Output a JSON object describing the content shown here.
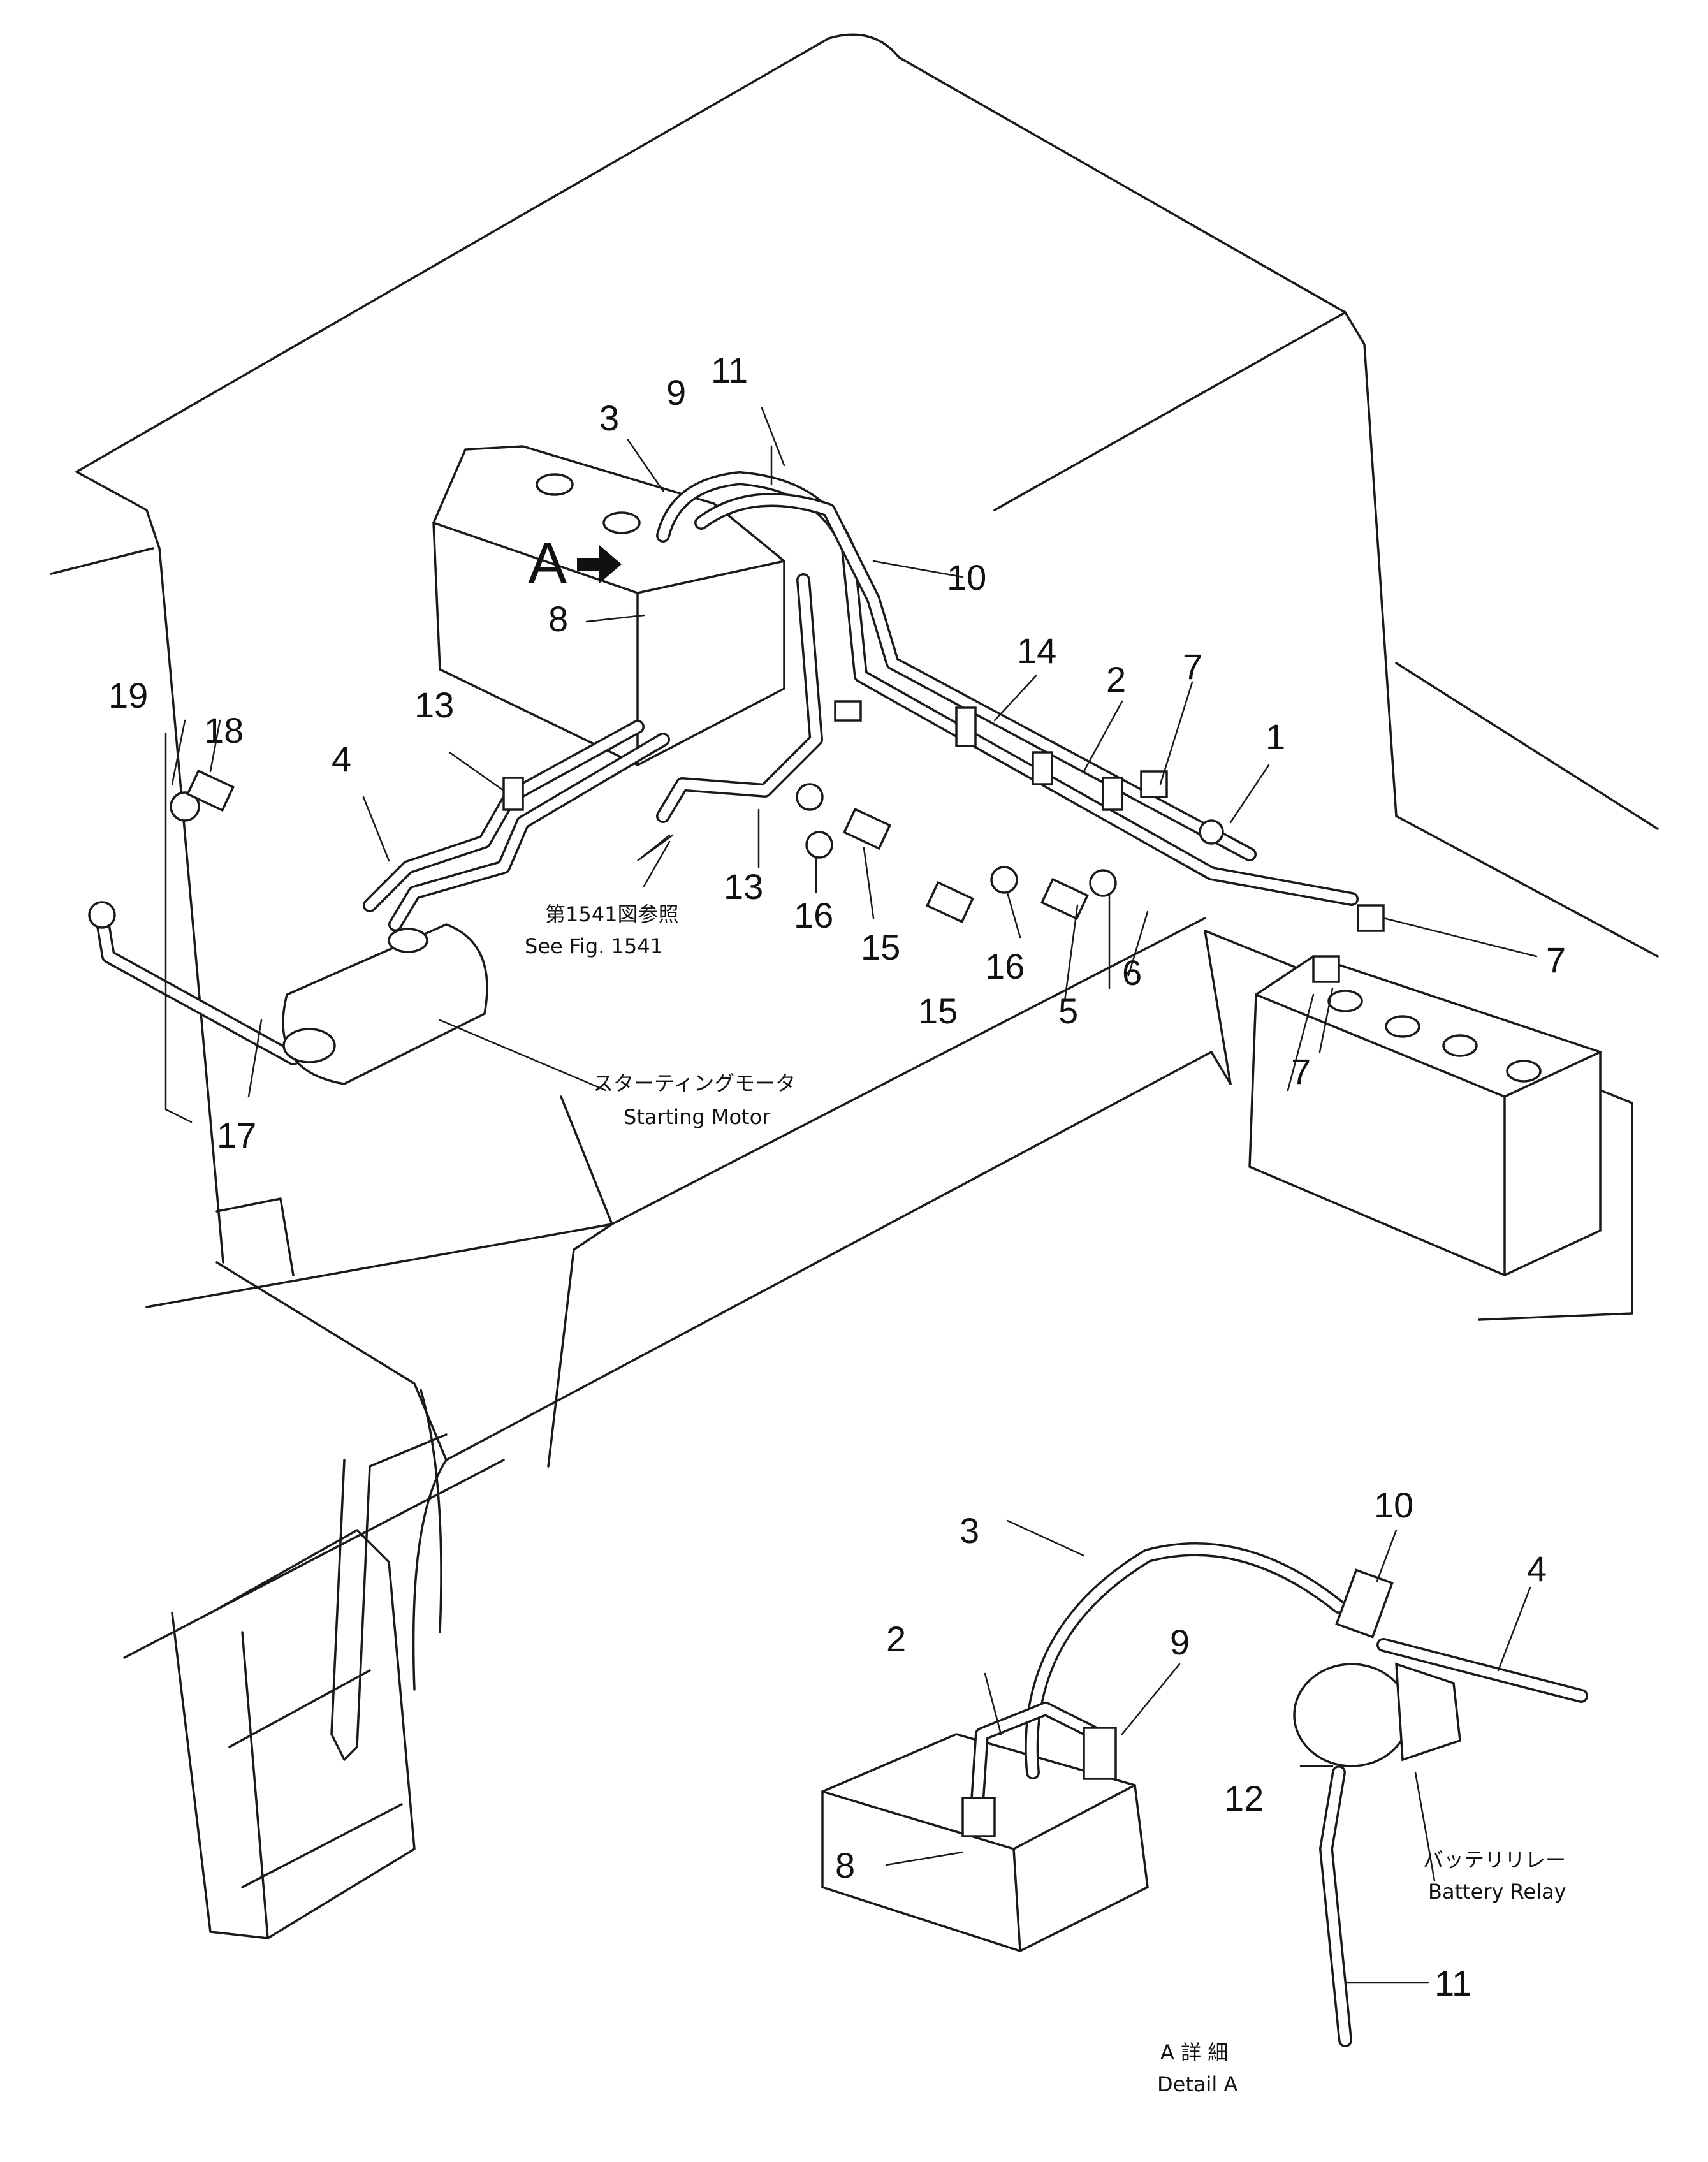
{
  "callouts": {
    "n1": "1",
    "n2": "2",
    "n3": "3",
    "n4": "4",
    "n5": "5",
    "n6": "6",
    "n7a": "7",
    "n7b": "7",
    "n7c": "7",
    "n8": "8",
    "n9": "9",
    "n10": "10",
    "n11": "11",
    "n13a": "13",
    "n13b": "13",
    "n14": "14",
    "n15a": "15",
    "n15b": "15",
    "n16a": "16",
    "n16b": "16",
    "n17": "17",
    "n18": "18",
    "n19": "19"
  },
  "detail_callouts": {
    "n2": "2",
    "n3": "3",
    "n4": "4",
    "n8": "8",
    "n9": "9",
    "n10": "10",
    "n11": "11",
    "n12": "12"
  },
  "labels": {
    "view_marker": "A",
    "ref_jp": "第1541図参照",
    "ref_en": "See Fig. 1541",
    "starting_motor_jp": "スターティングモータ",
    "starting_motor_en": "Starting Motor",
    "battery_relay_jp": "バッテリリレー",
    "battery_relay_en": "Battery Relay",
    "detail_jp": "A 詳 細",
    "detail_en": "Detail A"
  }
}
